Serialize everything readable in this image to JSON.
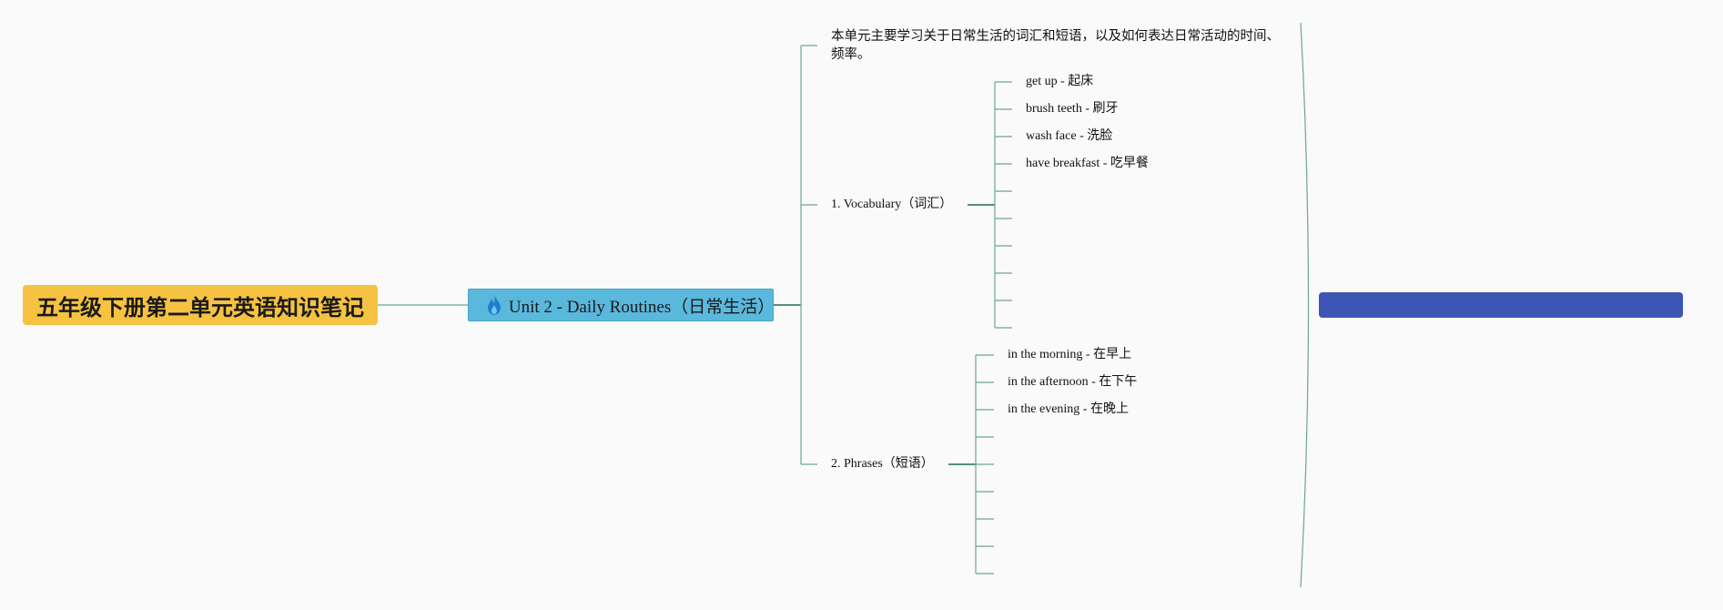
{
  "root_title": "五年级下册第二单元英语知识笔记",
  "unit": {
    "icon": "flame-icon",
    "title": "Unit 2 - Daily Routines（日常生活）"
  },
  "intro": "本单元主要学习关于日常生活的词汇和短语，以及如何表达日常活动的时间、频率。",
  "vocabulary": {
    "label": "1. Vocabulary（词汇）",
    "items": [
      "get up - 起床",
      "brush teeth - 刷牙",
      "wash face - 洗脸",
      "have breakfast - 吃早餐"
    ]
  },
  "phrases": {
    "label": "2. Phrases（短语）",
    "items": [
      "in the morning - 在早上",
      "in the afternoon - 在下午",
      "in the evening - 在晚上"
    ]
  },
  "summary_box": "",
  "colors": {
    "root": "#f5c242",
    "unit": "#5ab8dc",
    "line": "#5f9e8c",
    "summary": "#3d56b5"
  }
}
